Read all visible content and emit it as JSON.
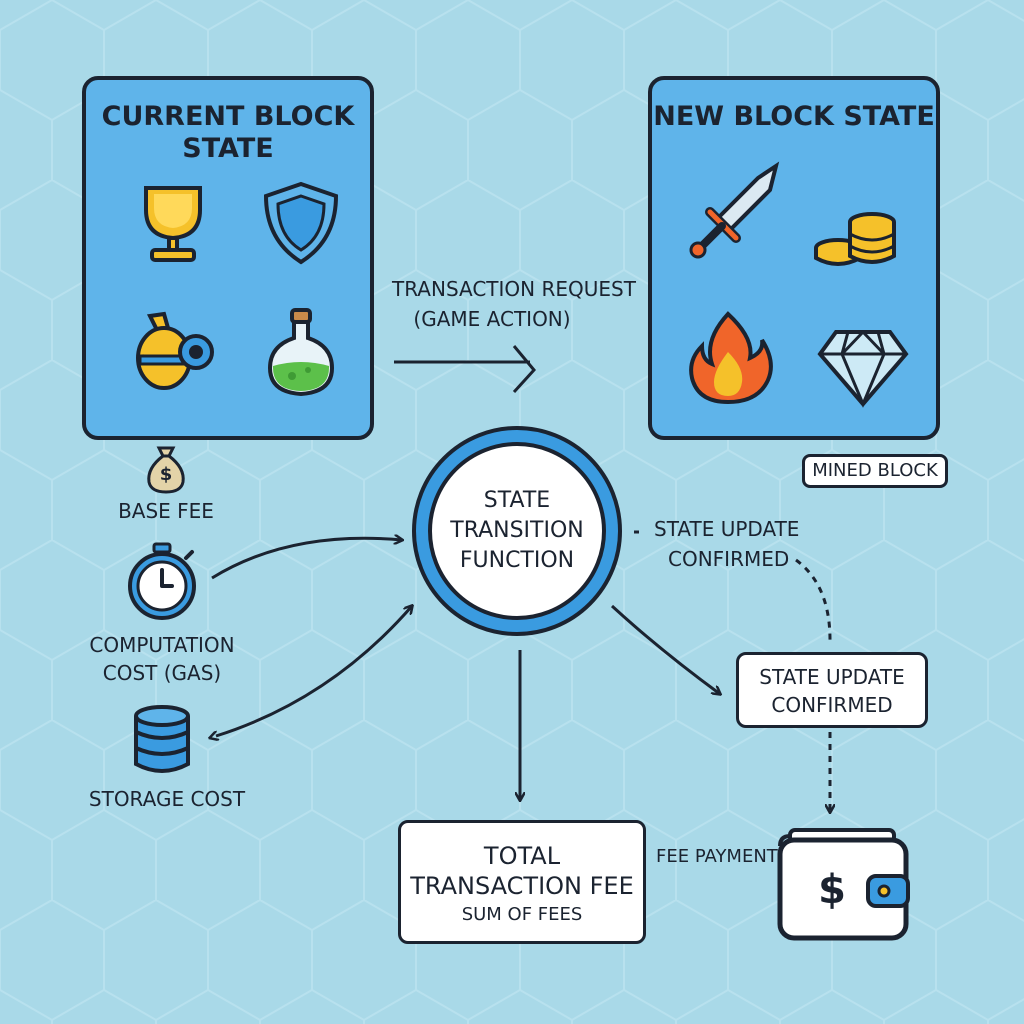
{
  "panels": {
    "current": {
      "title_line1": "CURRENT BLOCK",
      "title_line2": "STATE"
    },
    "new": {
      "title": "NEW BLOCK STATE"
    }
  },
  "current_items": [
    "trophy-icon",
    "shield-icon",
    "pouch-icon",
    "potion-icon"
  ],
  "new_items": [
    "sword-icon",
    "coins-icon",
    "fire-icon",
    "diamond-icon"
  ],
  "transaction": {
    "line1": "TRANSACTION REQUEST",
    "line2": "(GAME ACTION)"
  },
  "stf": {
    "line1": "STATE",
    "line2": "TRANSITION",
    "line3": "FUNCTION"
  },
  "mined_block": "MINED BLOCK",
  "update_label": {
    "line1": "STATE UPDATE",
    "line2": "CONFIRMED"
  },
  "update_box": {
    "line1": "STATE UPDATE",
    "line2": "CONFIRMED"
  },
  "costs": {
    "base_fee": "BASE FEE",
    "computation_line1": "COMPUTATION",
    "computation_line2": "COST (GAS)",
    "storage": "STORAGE COST"
  },
  "total": {
    "line1": "TOTAL",
    "line2": "TRANSACTION FEE",
    "line3": "SUM OF FEES"
  },
  "fee_payment": "FEE PAYMENT",
  "wallet_symbol": "$",
  "money_bag_symbol": "$",
  "colors": {
    "background": "#a9d9e8",
    "panel": "#5fb4ea",
    "outline": "#1b2330",
    "accent": "#3a9be0",
    "gold": "#f5c12a",
    "green": "#5cc04a",
    "fire": "#f0652a"
  }
}
